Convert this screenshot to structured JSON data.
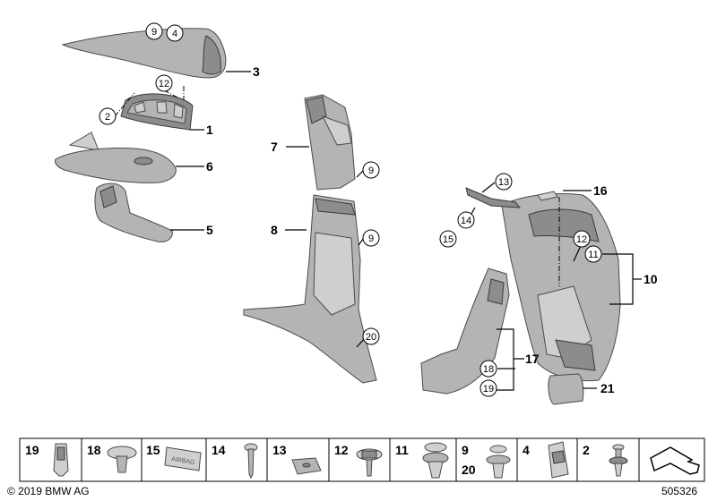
{
  "callouts": {
    "c1": "1",
    "c2": "2",
    "c3": "3",
    "c4": "4",
    "c5": "5",
    "c6": "6",
    "c7": "7",
    "c8": "8",
    "c9a": "9",
    "c9b": "9",
    "c9c": "9",
    "c10": "10",
    "c11": "11",
    "c12a": "12",
    "c12b": "12",
    "c13": "13",
    "c14": "14",
    "c15": "15",
    "c16": "16",
    "c17": "17",
    "c18": "18",
    "c19": "19",
    "c20": "20",
    "c21": "21"
  },
  "parts_strip": [
    {
      "label": "19",
      "icon": "clip-icon"
    },
    {
      "label": "18",
      "icon": "expanding-rivet-icon"
    },
    {
      "label": "15",
      "icon": "rectangular-plug-icon",
      "plug_text": "AIRBAG"
    },
    {
      "label": "14",
      "icon": "screw-icon"
    },
    {
      "label": "13",
      "icon": "nut-clip-icon"
    },
    {
      "label": "12",
      "icon": "hex-bolt-icon"
    },
    {
      "label": "11",
      "icon": "fir-tree-clip-icon"
    },
    {
      "label": "9",
      "label2": "20",
      "icon": "rivet-clip-icon"
    },
    {
      "label": "4",
      "icon": "spring-clip-icon"
    },
    {
      "label": "2",
      "icon": "push-pin-icon"
    },
    {
      "label": "",
      "icon": "kit-arrow-icon"
    }
  ],
  "footer": {
    "copyright": "© 2019 BMW AG",
    "diagram_number": "505326"
  }
}
